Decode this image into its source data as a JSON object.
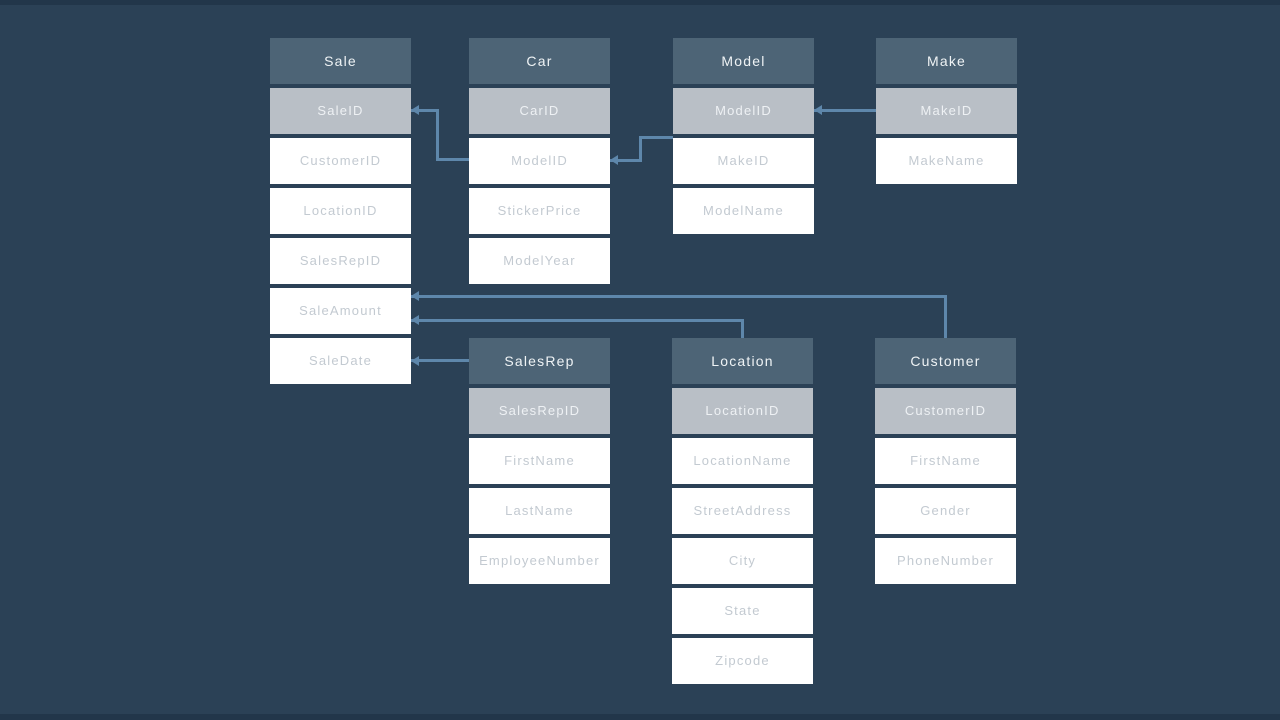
{
  "colors": {
    "background": "#2b4156",
    "letterbox": "#22364a",
    "table_header_bg": "#4d6476",
    "table_header_text": "#eff3f5",
    "primary_key_row_bg": "#b9bfc6",
    "primary_key_row_text": "#eef1f4",
    "row_bg": "#ffffff",
    "row_text": "#c3cad1",
    "connector_line": "#5e87ab"
  },
  "diagram": {
    "tables": {
      "sale": {
        "title": "Sale",
        "rows": [
          {
            "label": "SaleID",
            "pk": true
          },
          {
            "label": "CustomerID",
            "pk": false
          },
          {
            "label": "LocationID",
            "pk": false
          },
          {
            "label": "SalesRepID",
            "pk": false
          },
          {
            "label": "SaleAmount",
            "pk": false
          },
          {
            "label": "SaleDate",
            "pk": false
          }
        ]
      },
      "car": {
        "title": "Car",
        "rows": [
          {
            "label": "CarID",
            "pk": true
          },
          {
            "label": "ModelID",
            "pk": false
          },
          {
            "label": "StickerPrice",
            "pk": false
          },
          {
            "label": "ModelYear",
            "pk": false
          }
        ]
      },
      "model": {
        "title": "Model",
        "rows": [
          {
            "label": "ModelID",
            "pk": true
          },
          {
            "label": "MakeID",
            "pk": false
          },
          {
            "label": "ModelName",
            "pk": false
          }
        ]
      },
      "make": {
        "title": "Make",
        "rows": [
          {
            "label": "MakeID",
            "pk": true
          },
          {
            "label": "MakeName",
            "pk": false
          }
        ]
      },
      "salesrep": {
        "title": "SalesRep",
        "rows": [
          {
            "label": "SalesRepID",
            "pk": true
          },
          {
            "label": "FirstName",
            "pk": false
          },
          {
            "label": "LastName",
            "pk": false
          },
          {
            "label": "EmployeeNumber",
            "pk": false
          }
        ]
      },
      "location": {
        "title": "Location",
        "rows": [
          {
            "label": "LocationID",
            "pk": true
          },
          {
            "label": "LocationName",
            "pk": false
          },
          {
            "label": "StreetAddress",
            "pk": false
          },
          {
            "label": "City",
            "pk": false
          },
          {
            "label": "State",
            "pk": false
          },
          {
            "label": "Zipcode",
            "pk": false
          }
        ]
      },
      "customer": {
        "title": "Customer",
        "rows": [
          {
            "label": "CustomerID",
            "pk": true
          },
          {
            "label": "FirstName",
            "pk": false
          },
          {
            "label": "Gender",
            "pk": false
          },
          {
            "label": "PhoneNumber",
            "pk": false
          }
        ]
      }
    },
    "relationships": [
      {
        "from": "Sale.SaleID",
        "to": "Car.ModelID"
      },
      {
        "from": "Car.ModelID",
        "to": "Model.MakeID"
      },
      {
        "from": "Model.ModelID",
        "to": "Make.MakeID"
      },
      {
        "from": "Sale",
        "to": "Customer"
      },
      {
        "from": "Sale",
        "to": "Location"
      },
      {
        "from": "Sale.SaleDate",
        "to": "SalesRep"
      }
    ]
  }
}
